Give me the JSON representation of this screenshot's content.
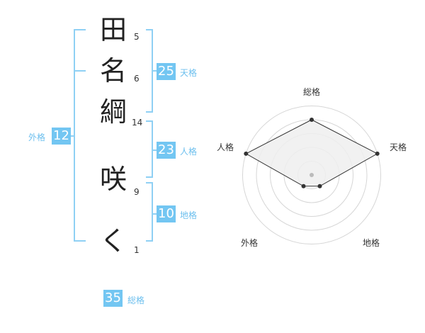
{
  "name": {
    "characters": [
      {
        "char": "田",
        "strokes": "5"
      },
      {
        "char": "名",
        "strokes": "6"
      },
      {
        "char": "綱",
        "strokes": "14"
      },
      {
        "char": "咲",
        "strokes": "9"
      },
      {
        "char": "く",
        "strokes": "1"
      }
    ]
  },
  "fortune": {
    "tenkaku": {
      "value": "25",
      "label": "天格"
    },
    "jinkaku": {
      "value": "23",
      "label": "人格"
    },
    "chikaku": {
      "value": "10",
      "label": "地格"
    },
    "gaikaku": {
      "value": "12",
      "label": "外格"
    },
    "soukaku": {
      "value": "35",
      "label": "総格"
    }
  },
  "colors": {
    "accent": "#73c6f2",
    "bracket": "#8fd0f4",
    "label": "#6cbfee"
  },
  "radar": {
    "labels": {
      "top": "総格",
      "right": "天格",
      "bottom_right": "地格",
      "bottom_left": "外格",
      "left": "人格"
    },
    "levels": 5,
    "scores": {
      "soukaku": 4,
      "tenkaku": 5,
      "chikaku": 1,
      "gaikaku": 1,
      "jinkaku": 5
    }
  }
}
